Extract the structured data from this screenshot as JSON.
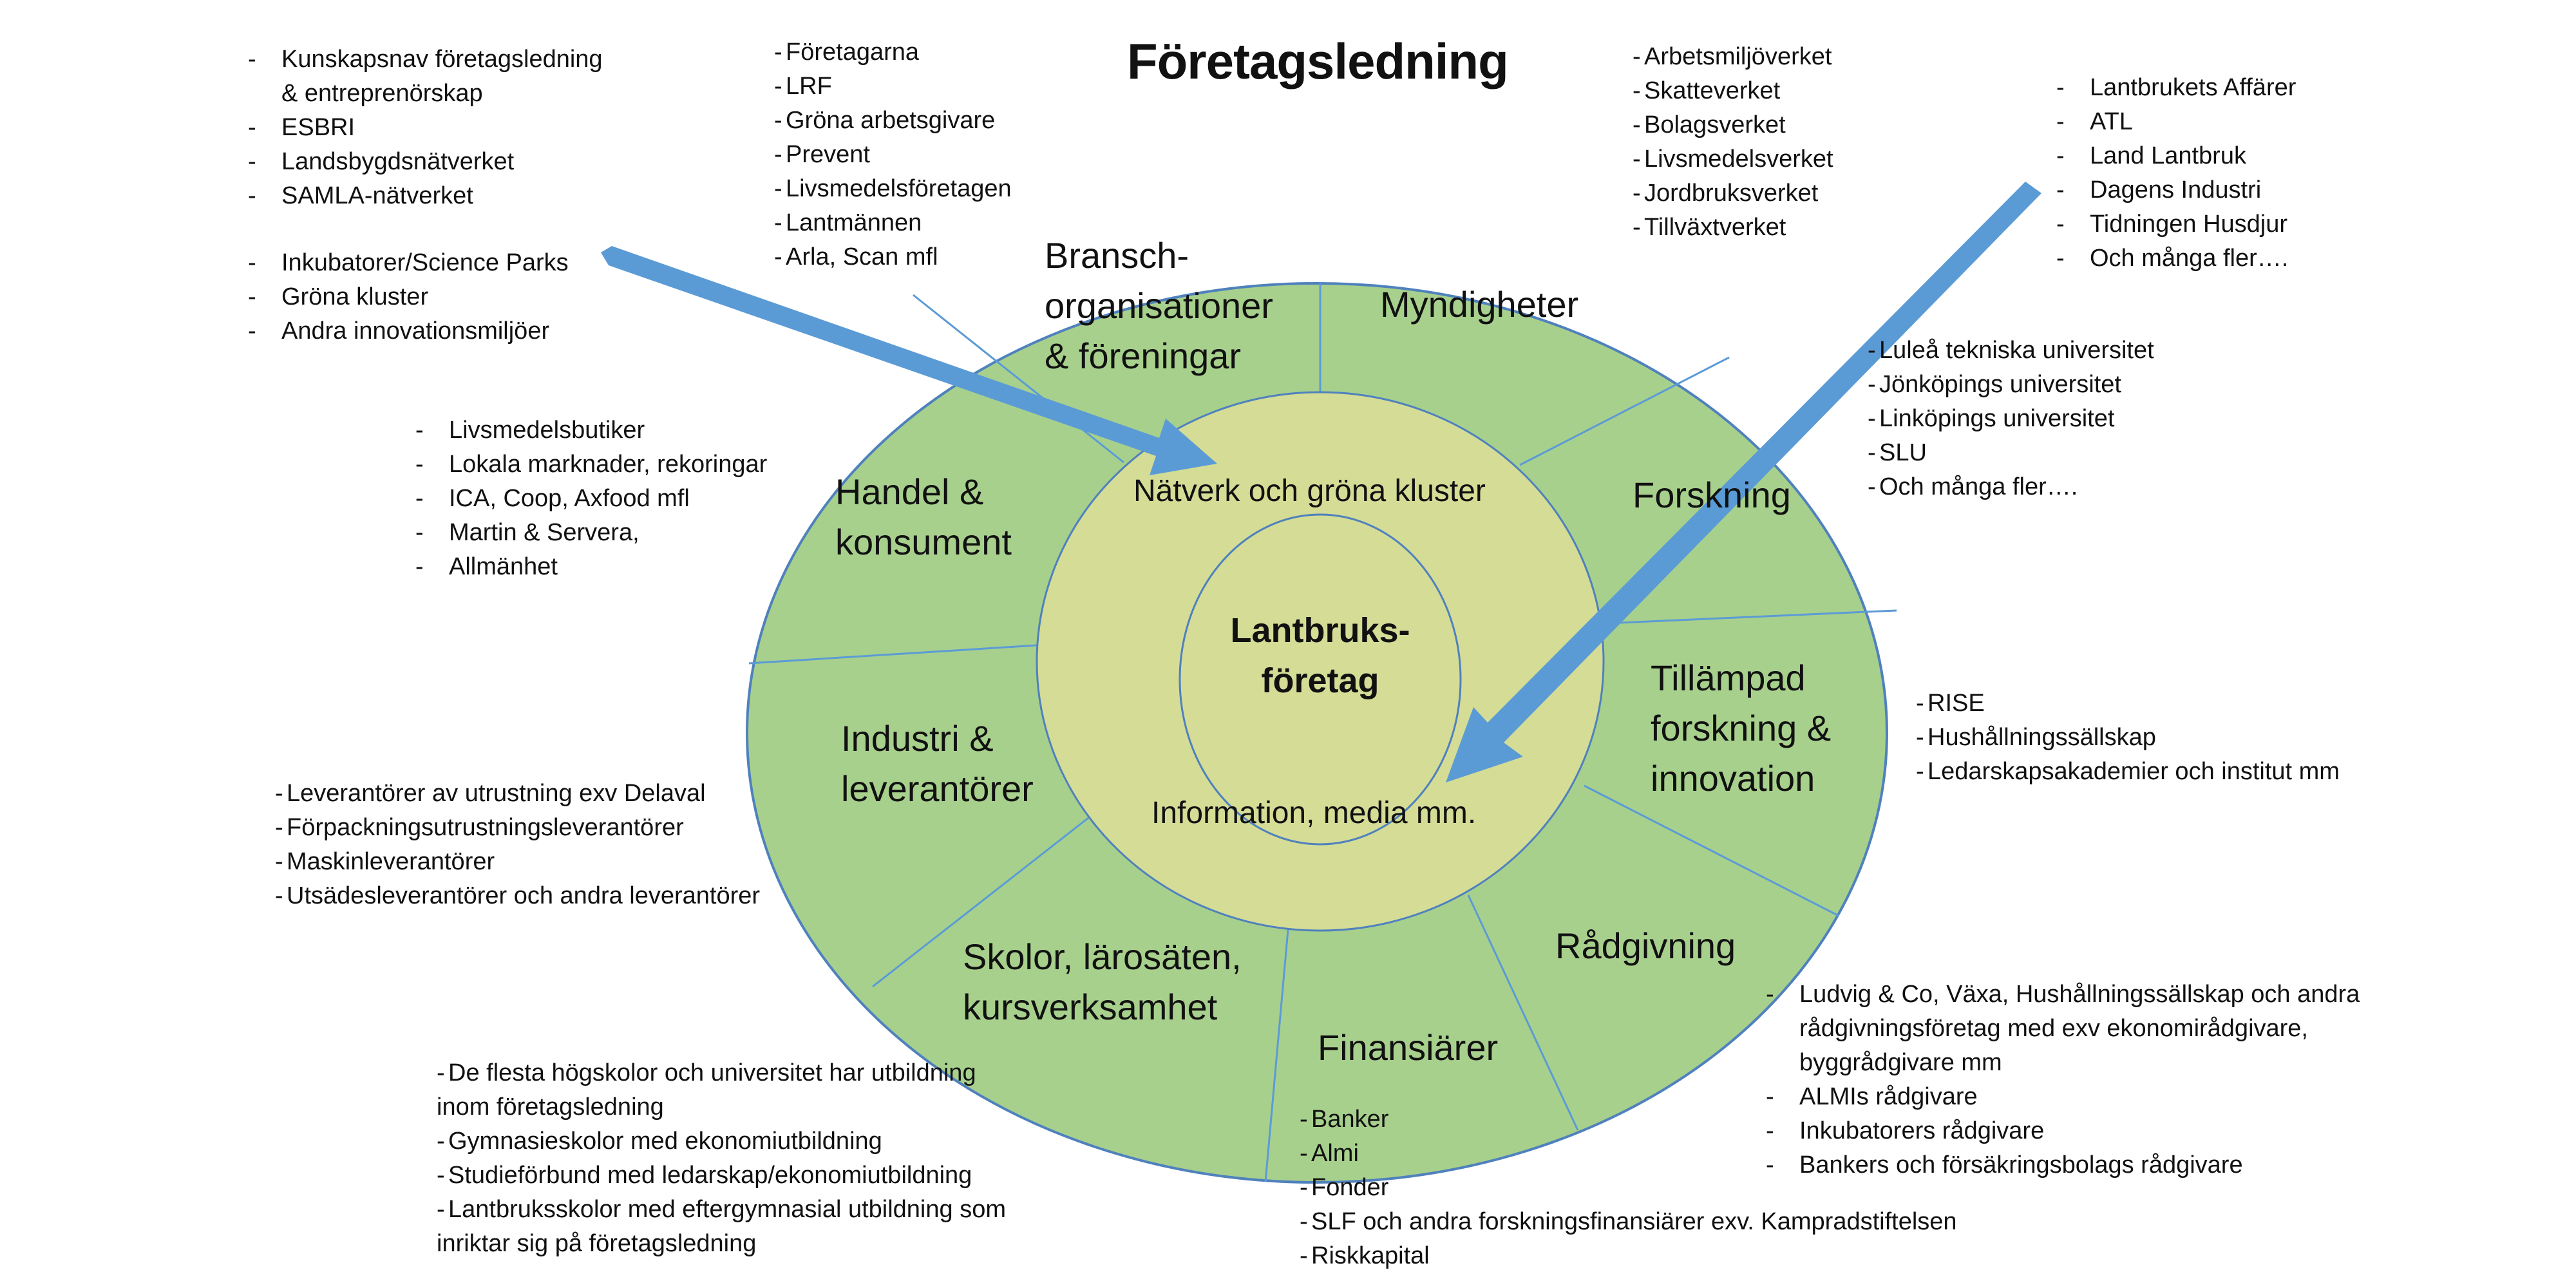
{
  "title": "Företagsledning",
  "colors": {
    "outer_ring": "#a8d08d",
    "middle_ring": "#d4dc96",
    "outline": "#4f81bd",
    "divider": "#5b9bd5",
    "arrow": "#5b9bd5"
  },
  "core": {
    "line1": "Lantbruks-",
    "line2": "företag"
  },
  "middle_ring": {
    "top_label": "Nätverk och gröna kluster",
    "bottom_label": "Information, media mm."
  },
  "segments": [
    {
      "id": "bransch",
      "lines": [
        "Bransch-",
        "organisationer",
        "& föreningar"
      ]
    },
    {
      "id": "myndigheter",
      "lines": [
        "Myndigheter"
      ]
    },
    {
      "id": "forskning",
      "lines": [
        "Forskning"
      ]
    },
    {
      "id": "tillampad",
      "lines": [
        "Tillämpad",
        "forskning &",
        "innovation"
      ]
    },
    {
      "id": "radgivning",
      "lines": [
        "Rådgivning"
      ]
    },
    {
      "id": "finansiarer",
      "lines": [
        "Finansiärer"
      ]
    },
    {
      "id": "skolor",
      "lines": [
        "Skolor,  lärosäten,",
        "kursverksamhet"
      ]
    },
    {
      "id": "industri",
      "lines": [
        "Industri &",
        "leverantörer"
      ]
    },
    {
      "id": "handel",
      "lines": [
        "Handel &",
        "konsument"
      ]
    }
  ],
  "lists": {
    "networks": [
      {
        "text": "Kunskapsnav företagsledning",
        "cont": "& entreprenörskap"
      },
      {
        "text": "ESBRI"
      },
      {
        "text": "Landsbygdsnätverket"
      },
      {
        "text": "SAMLA-nätverket"
      }
    ],
    "innovation": [
      {
        "text": "Inkubatorer/Science Parks"
      },
      {
        "text": "Gröna kluster"
      },
      {
        "text": "Andra innovationsmiljöer"
      }
    ],
    "bransch": [
      {
        "text": "Företagarna"
      },
      {
        "text": "LRF"
      },
      {
        "text": "Gröna arbetsgivare"
      },
      {
        "text": "Prevent"
      },
      {
        "text": "Livsmedelsföretagen"
      },
      {
        "text": "Lantmännen"
      },
      {
        "text": "Arla, Scan mfl"
      }
    ],
    "myndigheter": [
      {
        "text": "Arbetsmiljöverket"
      },
      {
        "text": "Skatteverket"
      },
      {
        "text": "Bolagsverket"
      },
      {
        "text": "Livsmedelsverket"
      },
      {
        "text": "Jordbruksverket"
      },
      {
        "text": "Tillväxtverket"
      }
    ],
    "media": [
      {
        "text": "Lantbrukets Affärer"
      },
      {
        "text": "ATL"
      },
      {
        "text": "Land Lantbruk"
      },
      {
        "text": "Dagens Industri"
      },
      {
        "text": "Tidningen Husdjur"
      },
      {
        "text": "Och många fler…."
      }
    ],
    "forskning": [
      {
        "text": "Luleå tekniska universitet"
      },
      {
        "text": "Jönköpings  universitet"
      },
      {
        "text": "Linköpings universitet"
      },
      {
        "text": "SLU"
      },
      {
        "text": "Och många fler…."
      }
    ],
    "handel": [
      {
        "text": "Livsmedelsbutiker"
      },
      {
        "text": "Lokala marknader, rekoringar"
      },
      {
        "text": "ICA, Coop, Axfood mfl"
      },
      {
        "text": "Martin & Servera,"
      },
      {
        "text": "Allmänhet"
      }
    ],
    "tillampad": [
      {
        "text": "RISE"
      },
      {
        "text": "Hushållningssällskap"
      },
      {
        "text": "Ledarskapsakademier och institut mm"
      }
    ],
    "industri": [
      {
        "text": "Leverantörer av utrustning exv Delaval"
      },
      {
        "text": "Förpackningsutrustningsleverantörer"
      },
      {
        "text": "Maskinleverantörer"
      },
      {
        "text": "Utsädesleverantörer och andra leverantörer"
      }
    ],
    "radgivning": [
      {
        "text": "Ludvig & Co, Växa, Hushållningssällskap och andra",
        "cont": "rådgivningsföretag med exv ekonomirådgivare,",
        "cont2": "byggrådgivare mm"
      },
      {
        "text": "ALMIs rådgivare"
      },
      {
        "text": "Inkubatorers rådgivare"
      },
      {
        "text": "Bankers och försäkringsbolags rådgivare"
      }
    ],
    "skolor": [
      {
        "text": "De flesta högskolor och universitet har utbildning",
        "cont": "inom företagsledning"
      },
      {
        "text": "Gymnasieskolor med ekonomiutbildning"
      },
      {
        "text": "Studieförbund  med ledarskap/ekonomiutbildning"
      },
      {
        "text": "Lantbruksskolor med eftergymnasial utbildning som",
        "cont": "inriktar sig på företagsledning"
      }
    ],
    "finansiarer": [
      {
        "text": "Banker"
      },
      {
        "text": "Almi"
      },
      {
        "text": "Fonder"
      },
      {
        "text": "SLF och andra forskningsfinansiärer exv. Kampradstiftelsen"
      },
      {
        "text": "Riskkapital"
      }
    ]
  },
  "list_dash": "-"
}
